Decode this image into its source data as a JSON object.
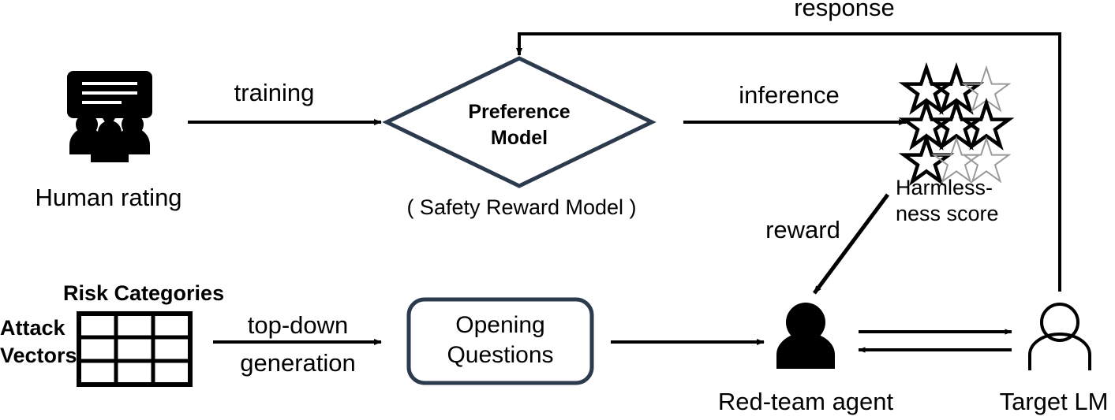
{
  "diagram": {
    "title": "Red-teaming pipeline with safety reward model",
    "colors": {
      "line": "#000000",
      "shape_border": "#2b3a4d",
      "star_filled": "#000000",
      "star_empty": "#9a9a9a",
      "background": "#ffffff"
    },
    "nodes": {
      "human_rating": {
        "label": "Human rating",
        "icon": "people-speech-bubble-icon"
      },
      "preference_model": {
        "label": "Preference\nModel",
        "sublabel": "( Safety Reward Model )",
        "shape": "diamond"
      },
      "harmlessness": {
        "label": "Harmless-\nness score",
        "icon": "star-rating-icon",
        "star_rows": [
          {
            "filled": 2,
            "empty": 1
          },
          {
            "filled": 3,
            "empty": 0
          },
          {
            "filled": 1,
            "empty": 2
          }
        ]
      },
      "risk_grid": {
        "title": "Risk Categories",
        "side_label": "Attack\nVectors",
        "rows": 3,
        "cols": 3
      },
      "opening_questions": {
        "label": "Opening\nQuestions",
        "shape": "rounded-rect"
      },
      "red_team_agent": {
        "label": "Red-team agent",
        "icon": "person-filled-icon"
      },
      "target_lm": {
        "label": "Target LM",
        "icon": "person-outline-icon"
      }
    },
    "edges": {
      "training": "training",
      "inference": "inference",
      "response": "response",
      "reward": "reward",
      "top_down_generation": "top-down\ngeneration"
    }
  }
}
